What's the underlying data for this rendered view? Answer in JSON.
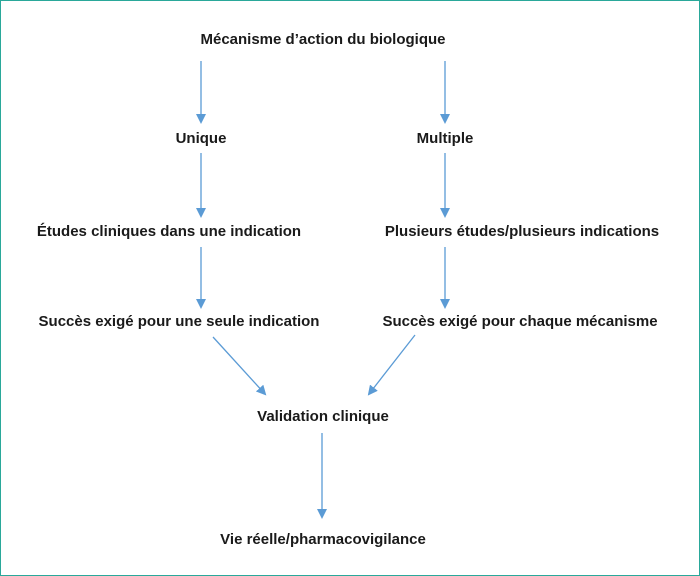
{
  "diagram": {
    "nodes": {
      "mechanism": "Mécanisme d’action du biologique",
      "unique": "Unique",
      "multiple": "Multiple",
      "studies_single": "Études cliniques dans une indication",
      "studies_multiple": "Plusieurs études/plusieurs indications",
      "success_single": "Succès exigé pour une seule indication",
      "success_multiple": "Succès exigé pour chaque mécanisme",
      "validation": "Validation clinique",
      "real_life": "Vie réelle/pharmacovigilance"
    },
    "colors": {
      "arrow": "#5b9bd5",
      "border": "#2aa89a",
      "text": "#1a1a1a"
    }
  }
}
